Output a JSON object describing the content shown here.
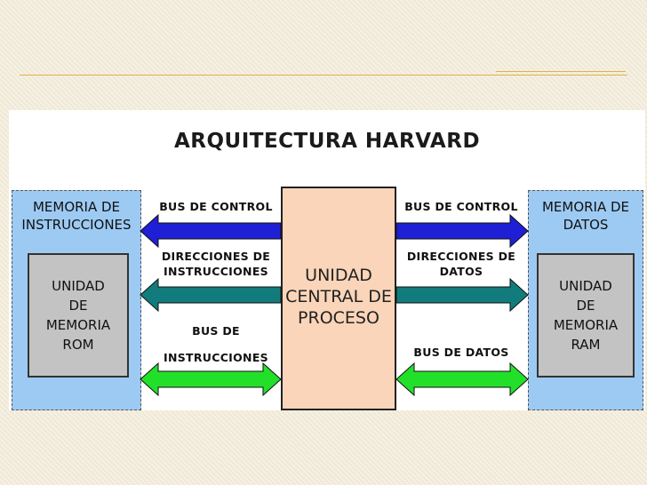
{
  "title": "ARQUITECTURA HARVARD",
  "left_memory": {
    "label": "MEMORIA DE\nINSTRUCCIONES",
    "unit": "UNIDAD\nDE\nMEMORIA\nROM"
  },
  "right_memory": {
    "label": "MEMORIA DE\nDATOS",
    "unit": "UNIDAD\nDE\nMEMORIA\nRAM"
  },
  "cpu": {
    "label": "UNIDAD\nCENTRAL DE\nPROCESO",
    "color": "#fbd5b9"
  },
  "left_buses": {
    "control": "BUS DE CONTROL",
    "addresses_line1": "DIRECCIONES DE",
    "addresses_line2": "INSTRUCCIONES",
    "data_line1": "BUS DE",
    "data_line2": "INSTRUCCIONES"
  },
  "right_buses": {
    "control": "BUS DE CONTROL",
    "addresses_line1": "DIRECCIONES DE",
    "addresses_line2": "DATOS",
    "data": "BUS DE DATOS"
  },
  "colors": {
    "control_bus": "#1f1fd6",
    "address_bus": "#127c7c",
    "data_bus": "#22e02a",
    "memory_bg": "#9dcaf3",
    "unit_bg": "#c3c3c3",
    "accent_rule": "#e0b24a"
  }
}
